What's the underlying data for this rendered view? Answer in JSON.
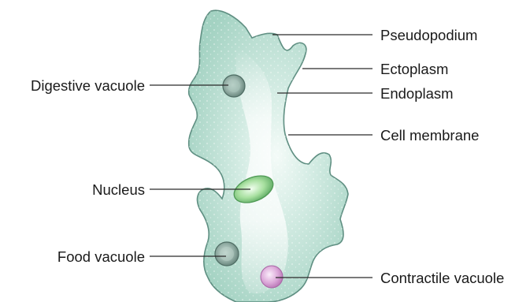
{
  "labels": {
    "pseudopodium": "Pseudopodium",
    "ectoplasm": "Ectoplasm",
    "endoplasm": "Endoplasm",
    "cell_membrane": "Cell membrane",
    "digestive_vacuole": "Digestive vacuole",
    "nucleus": "Nucleus",
    "food_vacuole": "Food vacuole",
    "contractile_vacuole": "Contractile vacuole"
  },
  "colors": {
    "cytoplasm": "#a7d5c6",
    "membrane": "#5f8f82",
    "nucleus": "#8fd48f",
    "food_vacuole": "#9fb8ae",
    "contractile_vacuole": "#d9a8d6",
    "label_text": "#1a1a1a"
  }
}
